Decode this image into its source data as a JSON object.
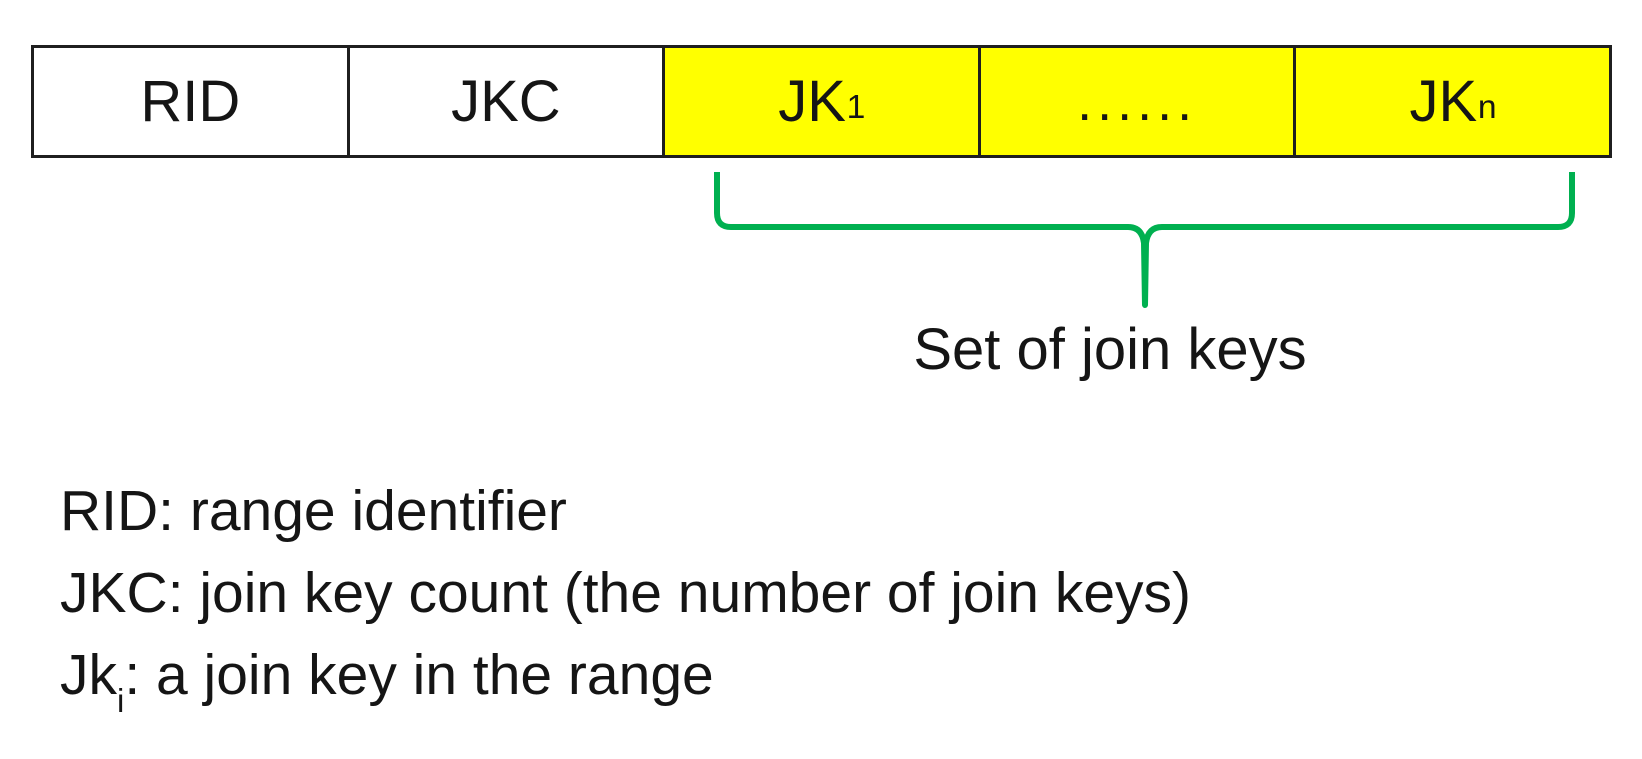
{
  "record": {
    "highlight_color": "#FFFF00",
    "border_color": "#1f1f1f",
    "cells": [
      {
        "label": "RID",
        "sub": "",
        "highlighted": false
      },
      {
        "label": "JKC",
        "sub": "",
        "highlighted": false
      },
      {
        "label": "JK",
        "sub": "1",
        "highlighted": true
      },
      {
        "label": "......",
        "sub": "",
        "highlighted": true
      },
      {
        "label": "JK",
        "sub": "n",
        "highlighted": true
      }
    ]
  },
  "brace": {
    "color": "#00B050",
    "label": "Set of join keys"
  },
  "legend": {
    "lines": [
      {
        "prefix": "RID",
        "sub": "",
        "rest": ": range identifier"
      },
      {
        "prefix": "JKC",
        "sub": "",
        "rest": ": join key count (the number of join keys)"
      },
      {
        "prefix": "Jk",
        "sub": "i",
        "rest": ": a join key in the range"
      }
    ]
  }
}
